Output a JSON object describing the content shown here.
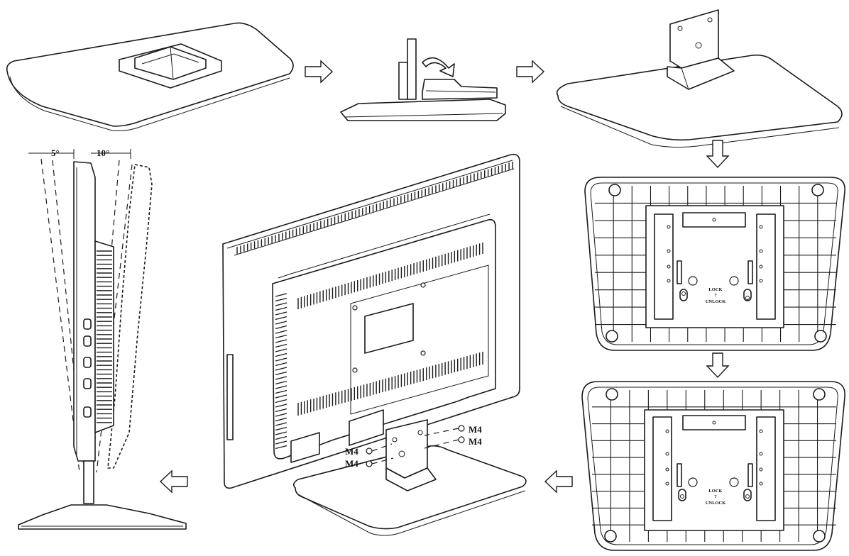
{
  "labels": {
    "screw_m4_a": "M4",
    "screw_m4_b": "M4",
    "screw_m4_c": "M4",
    "screw_m4_d": "M4",
    "tilt_back": "5°",
    "tilt_forward": "10°",
    "lock_upper": "LOCK",
    "lock_upper_sep": "?",
    "unlock_upper": "UNLOCK",
    "lock_lower": "LOCK",
    "lock_lower_sep": "?",
    "unlock_lower": "UNLOCK"
  }
}
